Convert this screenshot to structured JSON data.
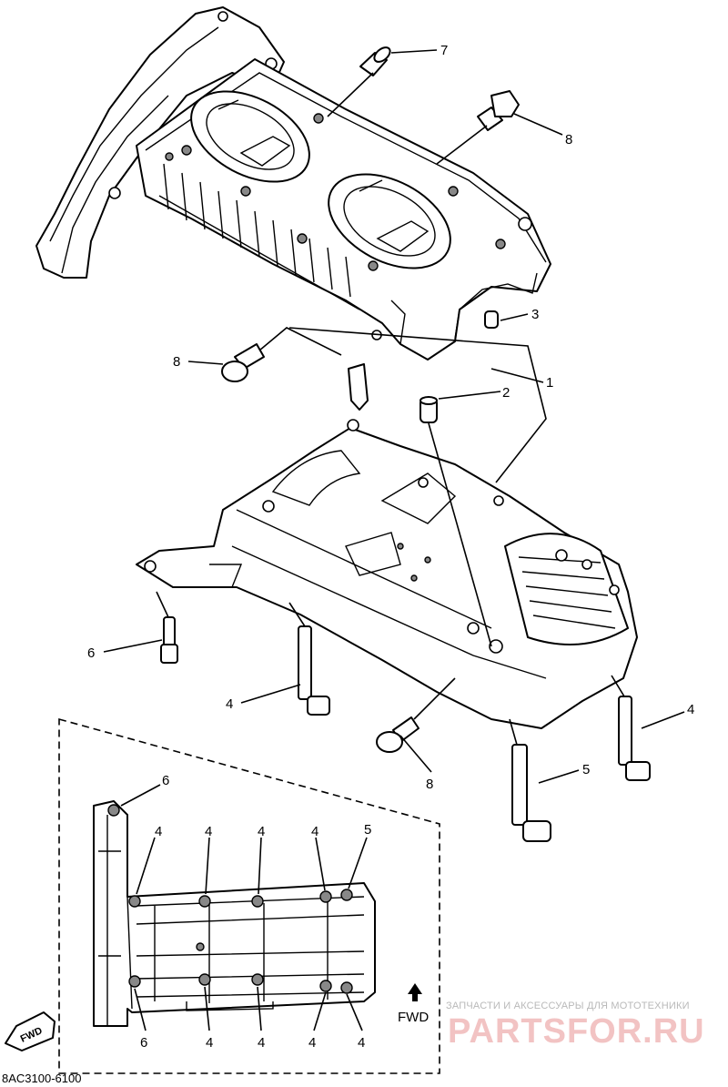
{
  "diagram": {
    "code": "8AC3100-6100",
    "fwd_label": "FWD",
    "fwd_badge": "FWD",
    "callouts": [
      "1",
      "2",
      "3",
      "4",
      "5",
      "6",
      "7",
      "8"
    ],
    "inset_top": [
      "6",
      "4",
      "4",
      "4",
      "4",
      "5"
    ],
    "inset_bottom": [
      "6",
      "4",
      "4",
      "4",
      "4"
    ],
    "watermark": {
      "tagline": "ЗАПЧАСТИ И АКСЕССУАРЫ ДЛЯ МОТОТЕХНИКИ",
      "logo": "PARTSFOR.RU"
    }
  }
}
